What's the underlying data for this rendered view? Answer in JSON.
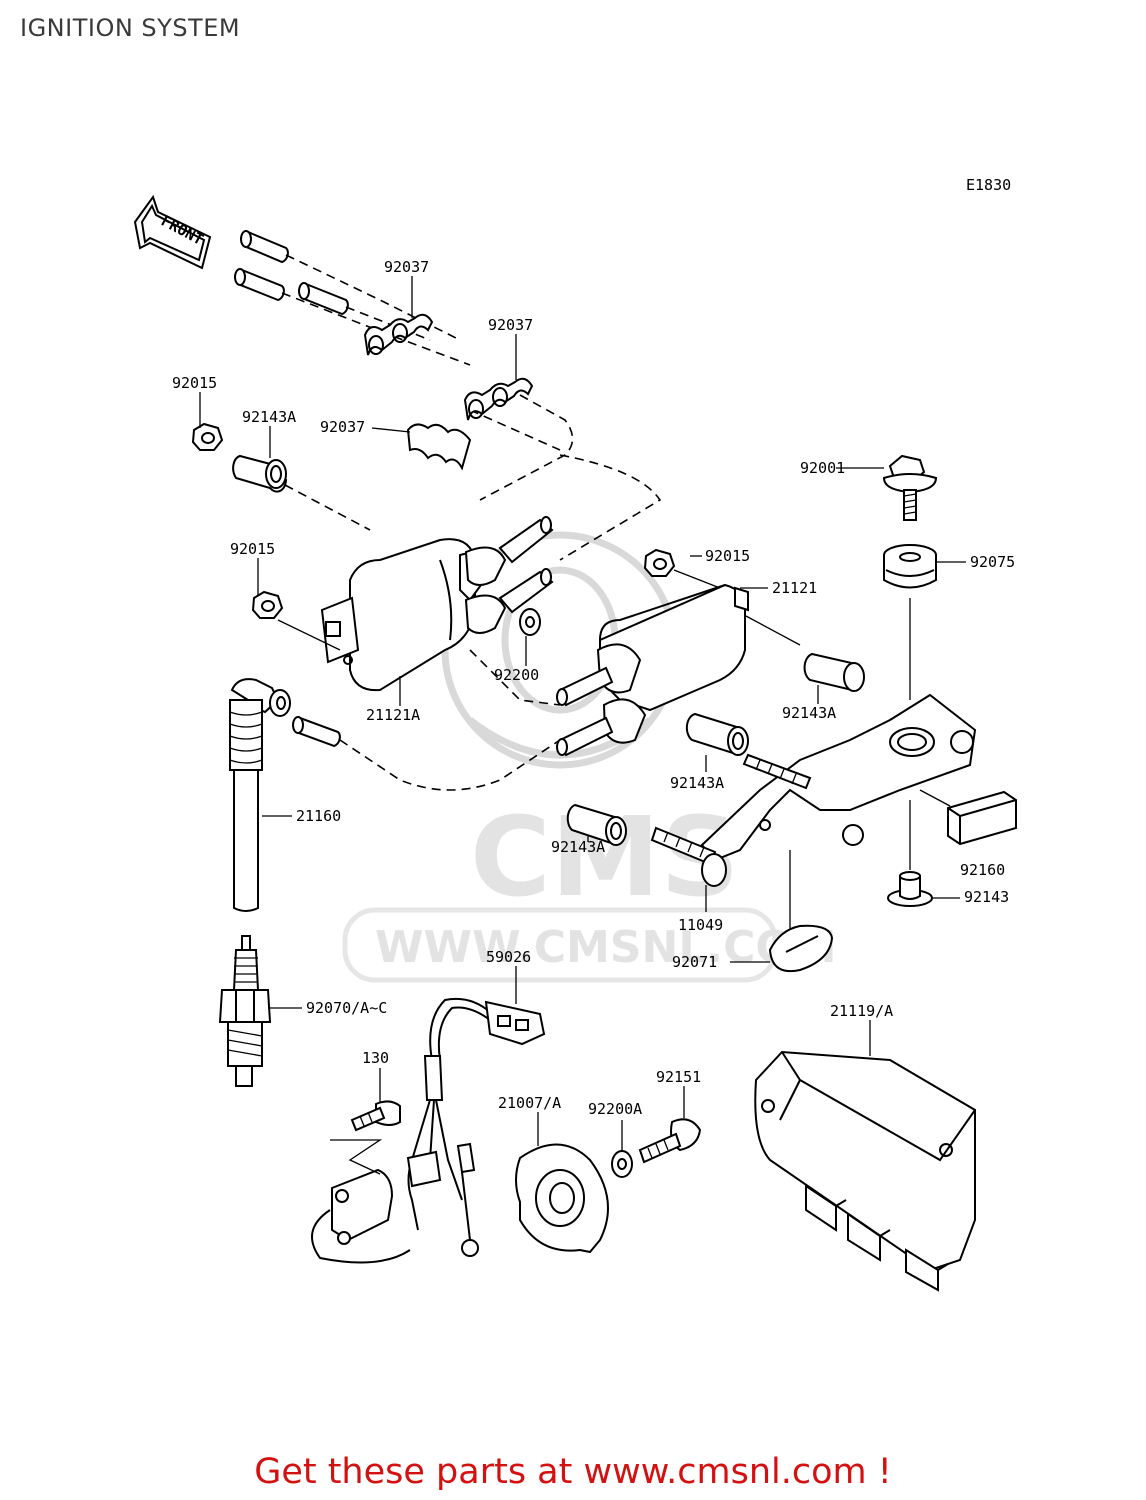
{
  "page": {
    "title": "IGNITION SYSTEM",
    "call_to_action": "Get these parts at www.cmsnl.com !"
  },
  "diagram": {
    "code": "E1830",
    "direction_marker": "FRONT",
    "watermark": {
      "brand": "CMS",
      "url": "WWW.CMSNL.COM"
    },
    "callouts": [
      {
        "id": "c-92037-a",
        "text": "92037"
      },
      {
        "id": "c-92037-b",
        "text": "92037"
      },
      {
        "id": "c-92037-c",
        "text": "92037"
      },
      {
        "id": "c-92015-a",
        "text": "92015"
      },
      {
        "id": "c-92015-b",
        "text": "92015"
      },
      {
        "id": "c-92015-c",
        "text": "92015"
      },
      {
        "id": "c-92143a-a",
        "text": "92143A"
      },
      {
        "id": "c-92143a-b",
        "text": "92143A"
      },
      {
        "id": "c-92143a-c",
        "text": "92143A"
      },
      {
        "id": "c-92143a-d",
        "text": "92143A"
      },
      {
        "id": "c-92001",
        "text": "92001"
      },
      {
        "id": "c-92075",
        "text": "92075"
      },
      {
        "id": "c-21121",
        "text": "21121"
      },
      {
        "id": "c-21121a",
        "text": "21121A"
      },
      {
        "id": "c-92200",
        "text": "92200"
      },
      {
        "id": "c-21160",
        "text": "21160"
      },
      {
        "id": "c-92160",
        "text": "92160"
      },
      {
        "id": "c-92143",
        "text": "92143"
      },
      {
        "id": "c-11049",
        "text": "11049"
      },
      {
        "id": "c-92071",
        "text": "92071"
      },
      {
        "id": "c-59026",
        "text": "59026"
      },
      {
        "id": "c-92070",
        "text": "92070/A~C"
      },
      {
        "id": "c-21119",
        "text": "21119/A"
      },
      {
        "id": "c-130",
        "text": "130"
      },
      {
        "id": "c-92151",
        "text": "92151"
      },
      {
        "id": "c-21007",
        "text": "21007/A"
      },
      {
        "id": "c-92200a",
        "text": "92200A"
      }
    ]
  },
  "colors": {
    "line": "#000000",
    "watermark": "#d9d9d9",
    "cta": "#d41111",
    "title": "#3a3a3a"
  }
}
